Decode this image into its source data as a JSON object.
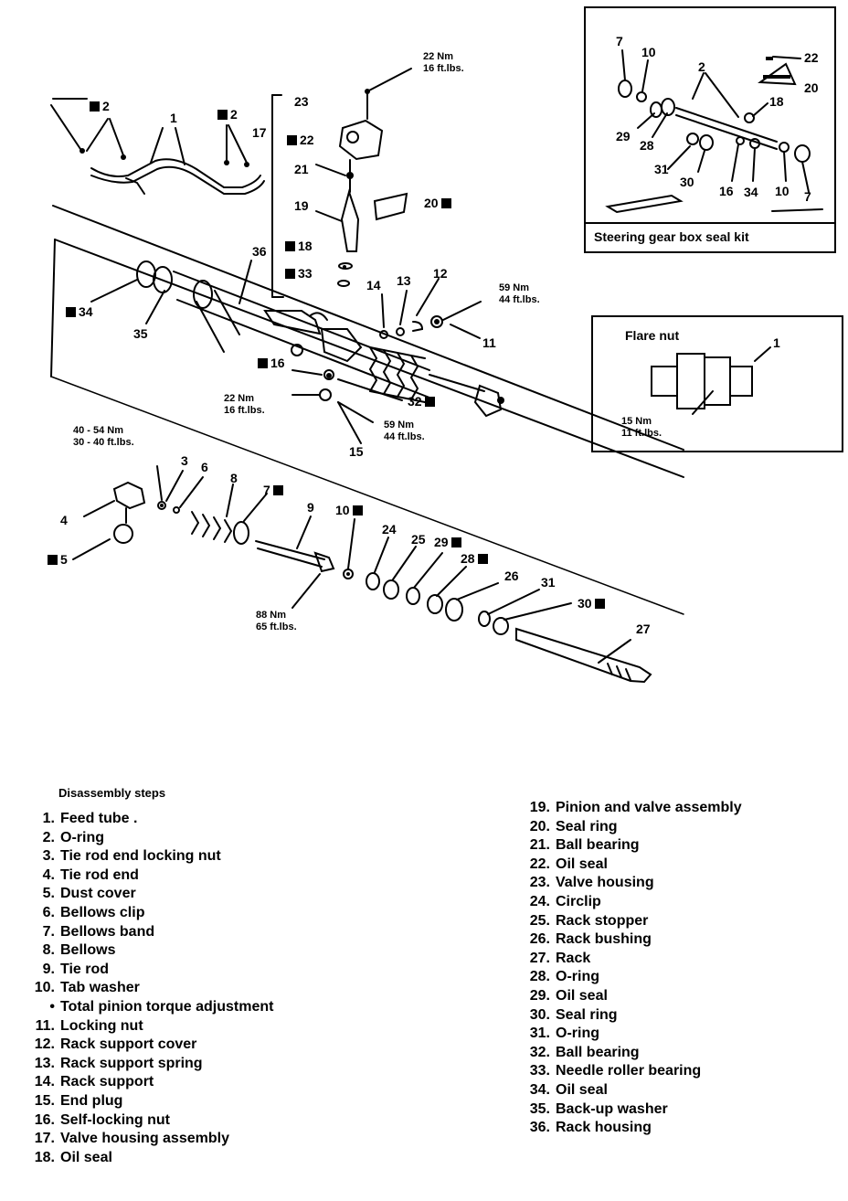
{
  "kit": {
    "title": "Steering gear box seal kit"
  },
  "flare": {
    "title": "Flare nut",
    "torque_nm": "15 Nm",
    "torque_ft": "11 ft.lbs.",
    "part": "1"
  },
  "torques": {
    "t22_nm": "22 Nm",
    "t22_ft": "16 ft.lbs.",
    "t59a_nm": "59 Nm",
    "t59a_ft": "44 ft.lbs.",
    "t22b_nm": "22 Nm",
    "t22b_ft": "16 ft.lbs.",
    "t59b_nm": "59 Nm",
    "t59b_ft": "44 ft.lbs.",
    "t40_nm": "40 - 54 Nm",
    "t40_ft": "30 - 40 ft.lbs.",
    "t88_nm": "88 Nm",
    "t88_ft": "65 ft.lbs."
  },
  "labels": {
    "l2a": "2",
    "l1": "1",
    "l2b": "2",
    "l17": "17",
    "l23": "23",
    "l22": "22",
    "l21": "21",
    "l19": "19",
    "l20": "20",
    "l18": "18",
    "l33": "33",
    "l36": "36",
    "l34": "34",
    "l35": "35",
    "l14": "14",
    "l13": "13",
    "l12": "12",
    "l11": "11",
    "l16": "16",
    "l32": "32",
    "l15": "15",
    "l3": "3",
    "l6": "6",
    "l8": "8",
    "l7": "7",
    "l4": "4",
    "l5": "5",
    "l9": "9",
    "l10": "10",
    "l24": "24",
    "l25": "25",
    "l29": "29",
    "l28": "28",
    "l26": "26",
    "l31": "31",
    "l30": "30",
    "l27": "27"
  },
  "kit_labels": {
    "k7a": "7",
    "k10a": "10",
    "k2": "2",
    "k22": "22",
    "k20": "20",
    "k18": "18",
    "k29": "29",
    "k28": "28",
    "k31": "31",
    "k30": "30",
    "k16": "16",
    "k34": "34",
    "k10b": "10",
    "k7b": "7"
  },
  "steps": {
    "title": "Disassembly steps",
    "left": [
      {
        "n": "1.",
        "t": "Feed tube ."
      },
      {
        "n": "2.",
        "t": "O-ring"
      },
      {
        "n": "3.",
        "t": "Tie rod end locking nut"
      },
      {
        "n": "4.",
        "t": "Tie rod end"
      },
      {
        "n": "5.",
        "t": "Dust cover"
      },
      {
        "n": "6.",
        "t": "Bellows clip"
      },
      {
        "n": "7.",
        "t": "Bellows band"
      },
      {
        "n": "8.",
        "t": "Bellows"
      },
      {
        "n": "9.",
        "t": "Tie rod"
      },
      {
        "n": "10.",
        "t": "Tab washer"
      },
      {
        "n": "•",
        "t": "Total pinion torque adjustment"
      },
      {
        "n": "11.",
        "t": "Locking nut"
      },
      {
        "n": "12.",
        "t": "Rack support cover"
      },
      {
        "n": "13.",
        "t": "Rack support spring"
      },
      {
        "n": "14.",
        "t": "Rack support"
      },
      {
        "n": "15.",
        "t": "End plug"
      },
      {
        "n": "16.",
        "t": "Self-locking nut"
      },
      {
        "n": "17.",
        "t": "Valve housing assembly"
      },
      {
        "n": "18.",
        "t": "Oil seal"
      }
    ],
    "right": [
      {
        "n": "19.",
        "t": "Pinion and valve assembly"
      },
      {
        "n": "20.",
        "t": "Seal ring"
      },
      {
        "n": "21.",
        "t": "Ball bearing"
      },
      {
        "n": "22.",
        "t": "Oil seal"
      },
      {
        "n": "23.",
        "t": "Valve housing"
      },
      {
        "n": "24.",
        "t": "Circlip"
      },
      {
        "n": "25.",
        "t": "Rack stopper"
      },
      {
        "n": "26.",
        "t": "Rack bushing"
      },
      {
        "n": "27.",
        "t": "Rack"
      },
      {
        "n": "28.",
        "t": "O-ring"
      },
      {
        "n": "29.",
        "t": "Oil seal"
      },
      {
        "n": "30.",
        "t": "Seal ring"
      },
      {
        "n": "31.",
        "t": "O-ring"
      },
      {
        "n": "32.",
        "t": "Ball bearing"
      },
      {
        "n": "33.",
        "t": "Needle roller bearing"
      },
      {
        "n": "34.",
        "t": "Oil seal"
      },
      {
        "n": "35.",
        "t": "Back-up washer"
      },
      {
        "n": "36.",
        "t": "Rack housing"
      }
    ]
  }
}
